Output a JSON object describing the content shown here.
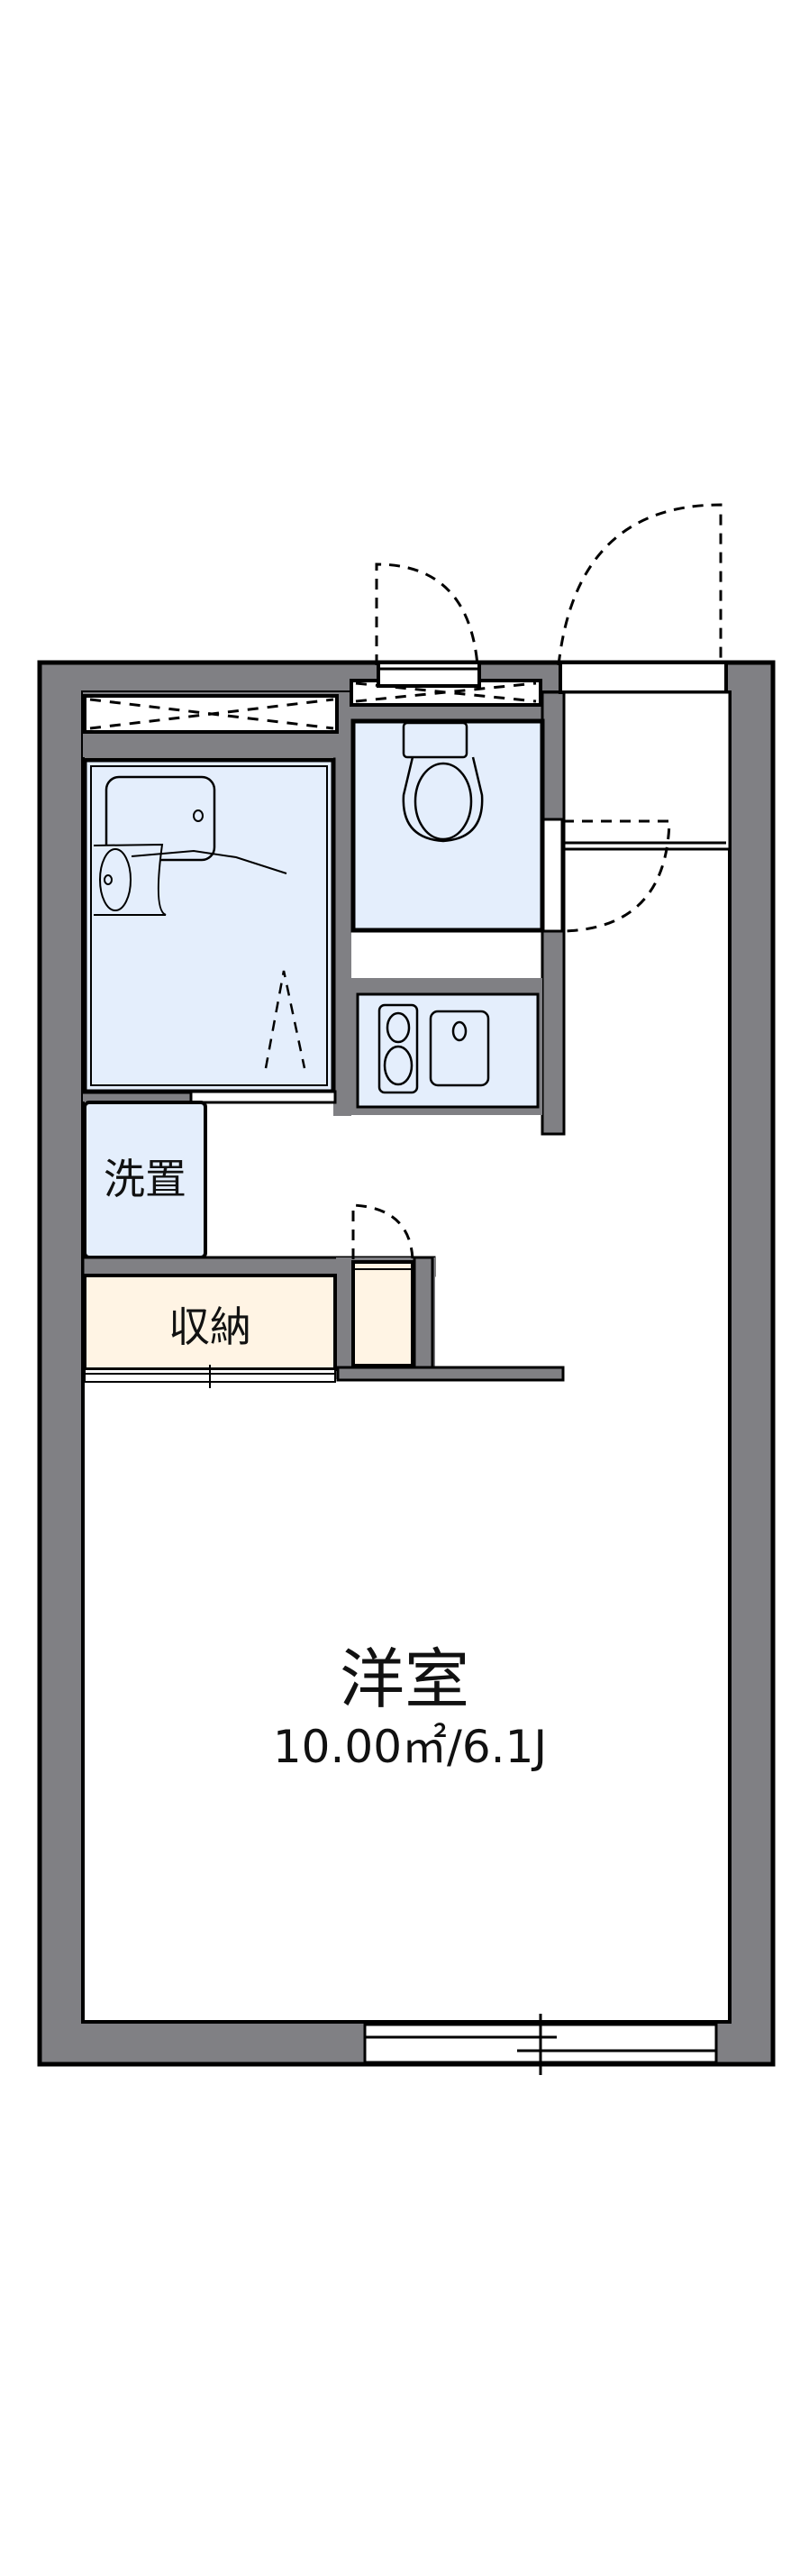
{
  "floorplan": {
    "colors": {
      "wall": "#808084",
      "line": "#000000",
      "wet_area": "#e4eefc",
      "storage": "#fff4e4",
      "floor": "#ffffff"
    },
    "rooms": {
      "main_room": {
        "label": "洋室",
        "area": "10.00㎡/6.1J"
      },
      "washer": {
        "label": "洗置"
      },
      "storage": {
        "label": "収納"
      }
    },
    "fixtures": [
      "unit-bath",
      "toilet",
      "kitchen-stove",
      "kitchen-sink",
      "washbasin"
    ]
  }
}
